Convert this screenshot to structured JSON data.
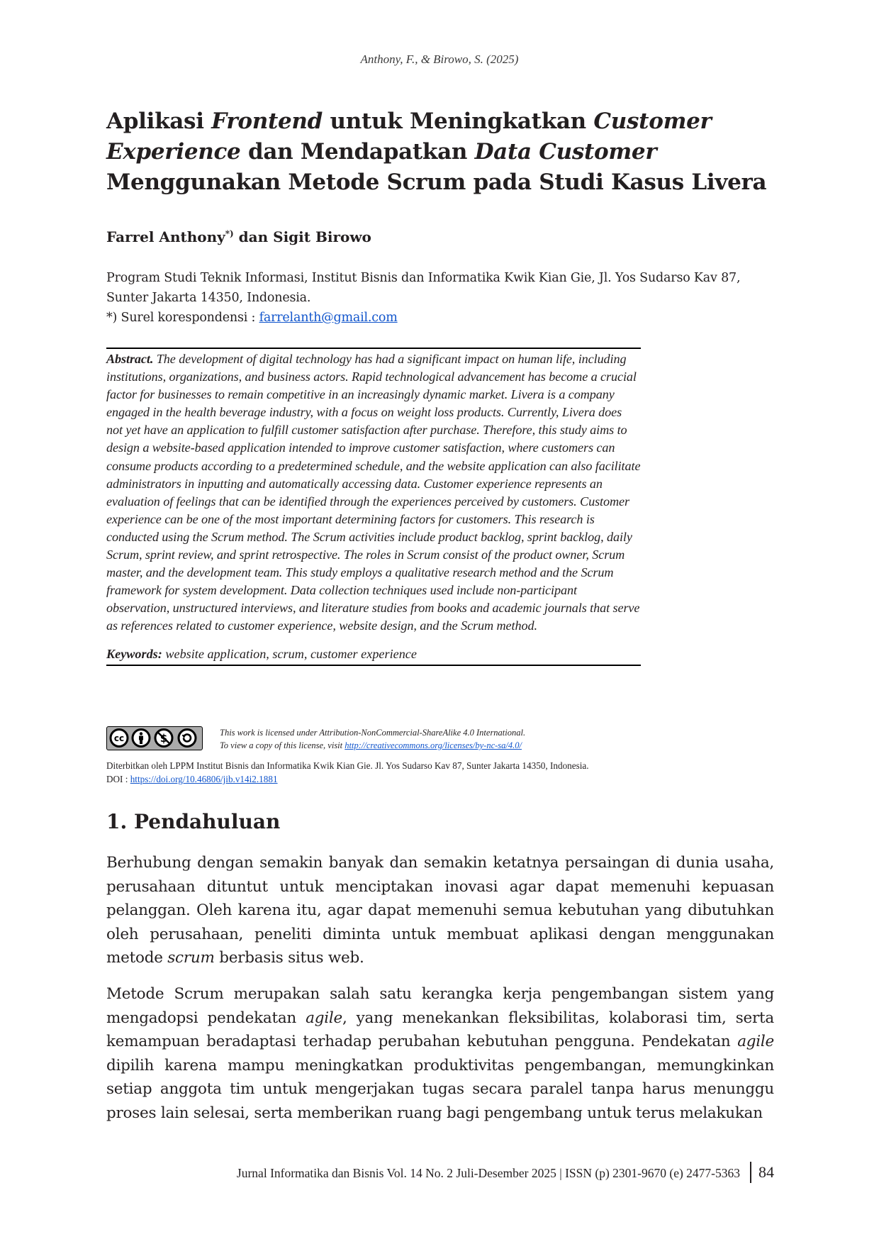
{
  "running_head": "Anthony, F., & Birowo, S. (2025)",
  "title": {
    "p1": "Aplikasi ",
    "i1": "Frontend",
    "p2": " untuk Meningkatkan ",
    "i2": "Customer Experience",
    "p3": " dan Mendapatkan ",
    "i3": "Data Customer",
    "p4": " Menggunakan Metode Scrum pada Studi Kasus Livera"
  },
  "authors": {
    "first": "Farrel Anthony",
    "mark": "*)",
    "rest": " dan Sigit Birowo"
  },
  "affiliation": {
    "line": "Program Studi Teknik Informasi, Institut Bisnis dan Informatika Kwik Kian Gie, Jl. Yos Sudarso Kav 87, Sunter Jakarta 14350, Indonesia.",
    "corr_label": "*) Surel korespondensi : ",
    "email": "farrelanth@gmail.com"
  },
  "abstract": {
    "label": "Abstract.",
    "text": " The development of digital technology has had a significant impact on human life, including institutions, organizations, and business actors. Rapid technological advancement has become a crucial factor for businesses to remain competitive in an increasingly dynamic market. Livera is a company engaged in the health beverage industry, with a focus on weight loss products. Currently, Livera does not yet have an application to fulfill customer satisfaction after purchase. Therefore, this study aims to design a website-based application intended to improve customer satisfaction, where customers can consume products according to a predetermined schedule, and the website application can also facilitate administrators in inputting and automatically accessing data. Customer experience represents an evaluation of feelings that can be identified through the experiences perceived by customers. Customer experience can be one of the most important determining factors for customers. This research is conducted using the Scrum method. The Scrum activities include product backlog, sprint backlog, daily Scrum, sprint review, and sprint retrospective. The roles in Scrum consist of the product owner, Scrum master, and the development team. This study employs a qualitative research method and the Scrum framework for system development. Data collection techniques used include non-participant observation, unstructured interviews, and literature studies from books and academic journals that serve as references related to customer experience, website design, and the Scrum method."
  },
  "keywords": {
    "label": "Keywords:",
    "text": " website application, scrum, customer experience"
  },
  "license": {
    "line1": "This work is licensed under Attribution-NonCommercial-ShareAlike 4.0 International.",
    "line2_prefix": "To view a copy of this license, visit ",
    "url": "http://creativecommons.org/licenses/by-nc-sa/4.0/"
  },
  "publisher": {
    "line": "Diterbitkan oleh LPPM Institut Bisnis dan Informatika Kwik Kian Gie. Jl. Yos Sudarso Kav 87, Sunter Jakarta 14350, Indonesia.",
    "doi_label": "DOI : ",
    "doi_url": "https://doi.org/10.46806/jib.v14i2.1881"
  },
  "section": {
    "heading": "1. Pendahuluan"
  },
  "paragraph1": {
    "a": "Berhubung dengan semakin banyak dan semakin ketatnya persaingan di dunia usaha, perusahaan dituntut untuk menciptakan inovasi agar dapat memenuhi kepuasan pelanggan. Oleh karena itu, agar dapat memenuhi semua kebutuhan yang dibutuhkan oleh perusahaan, peneliti diminta untuk membuat aplikasi dengan menggunakan metode ",
    "i": "scrum",
    "b": " berbasis situs web."
  },
  "paragraph2": {
    "a": "Metode Scrum merupakan salah satu kerangka kerja pengembangan sistem yang mengadopsi pendekatan ",
    "i1": "agile",
    "b": ", yang menekankan fleksibilitas, kolaborasi tim, serta kemampuan beradaptasi terhadap perubahan kebutuhan pengguna. Pendekatan ",
    "i2": "agile",
    "c": " dipilih karena mampu meningkatkan produktivitas pengembangan, memungkinkan setiap anggota tim untuk mengerjakan tugas secara paralel tanpa harus menunggu proses lain selesai, serta memberikan ruang bagi pengembang untuk terus melakukan"
  },
  "footer": {
    "journal": "Jurnal Informatika dan Bisnis Vol. 14 No. 2 Juli-Desember 2025 | ISSN (p) 2301-9670 (e) 2477-5363",
    "page": "84"
  },
  "cc_icons": [
    "cc-icon",
    "by-icon",
    "nc-icon",
    "sa-icon"
  ]
}
